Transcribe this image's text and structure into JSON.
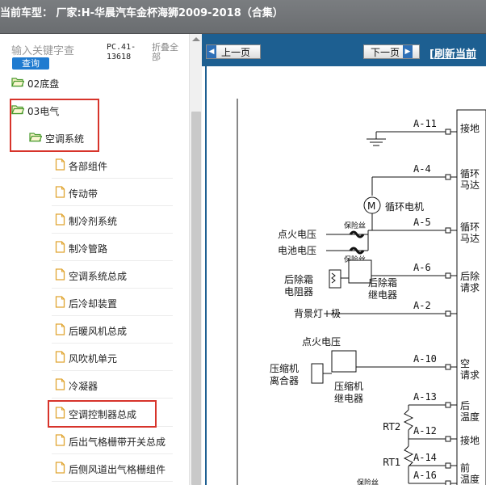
{
  "titlebar": {
    "text": "当前车型：  厂家:H-华晨汽车金杯海狮2009-2018（合集）"
  },
  "search": {
    "placeholder": "输入关键字查",
    "query_label": "查询",
    "pc_code": "PC.41-13618",
    "collapse_label": "折叠全部"
  },
  "tree": {
    "items": [
      {
        "label": "02底盘",
        "icon": "folder-open-icon"
      },
      {
        "label": "03电气",
        "icon": "folder-open-icon"
      },
      {
        "label": "空调系统",
        "icon": "folder-open-icon"
      },
      {
        "label": "各部组件",
        "icon": "document-icon"
      },
      {
        "label": "传动带",
        "icon": "document-icon"
      },
      {
        "label": "制冷剂系统",
        "icon": "document-icon"
      },
      {
        "label": "制冷管路",
        "icon": "document-icon"
      },
      {
        "label": "空调系统总成",
        "icon": "document-icon"
      },
      {
        "label": "后冷却装置",
        "icon": "document-icon"
      },
      {
        "label": "后暖风机总成",
        "icon": "document-icon"
      },
      {
        "label": "风吹机单元",
        "icon": "document-icon"
      },
      {
        "label": "冷凝器",
        "icon": "document-icon"
      },
      {
        "label": "空调控制器总成",
        "icon": "document-icon"
      },
      {
        "label": "后出气格栅带开关总成",
        "icon": "document-icon"
      },
      {
        "label": "后侧风道出气格栅组件",
        "icon": "document-icon"
      }
    ]
  },
  "toolbar": {
    "prev_label": "上一页",
    "next_label": "下一页",
    "refresh_label": "刷新当前"
  },
  "diagram": {
    "pins": [
      "A-11",
      "A-4",
      "A-5",
      "A-6",
      "A-2",
      "A-10",
      "A-13",
      "A-12",
      "A-14",
      "A-16"
    ],
    "right_labels": [
      "接地",
      "循环",
      "马达",
      "循环",
      "马达",
      "后除",
      "请求",
      "空",
      "请求",
      "后",
      "温度",
      "接地",
      "前",
      "温度"
    ],
    "motor_label": "循环电机",
    "motor_letter": "M",
    "ignition_voltage": "点火电压",
    "battery_voltage": "电池电压",
    "fuse_label": "保险丝",
    "rear_defrost_resistor": [
      "后除霜",
      "电阻器"
    ],
    "rear_defrost_relay": [
      "后除霜",
      "继电器"
    ],
    "backlight": "背景灯+极",
    "compressor_clutch": [
      "压缩机",
      "离合器"
    ],
    "compressor_relay": [
      "压缩机",
      "继电器"
    ],
    "rt2": "RT2",
    "rt1": "RT1"
  },
  "colors": {
    "toolbar": "#1d5f91",
    "highlight": "#d7342b",
    "query_button": "#1f7bd0"
  }
}
